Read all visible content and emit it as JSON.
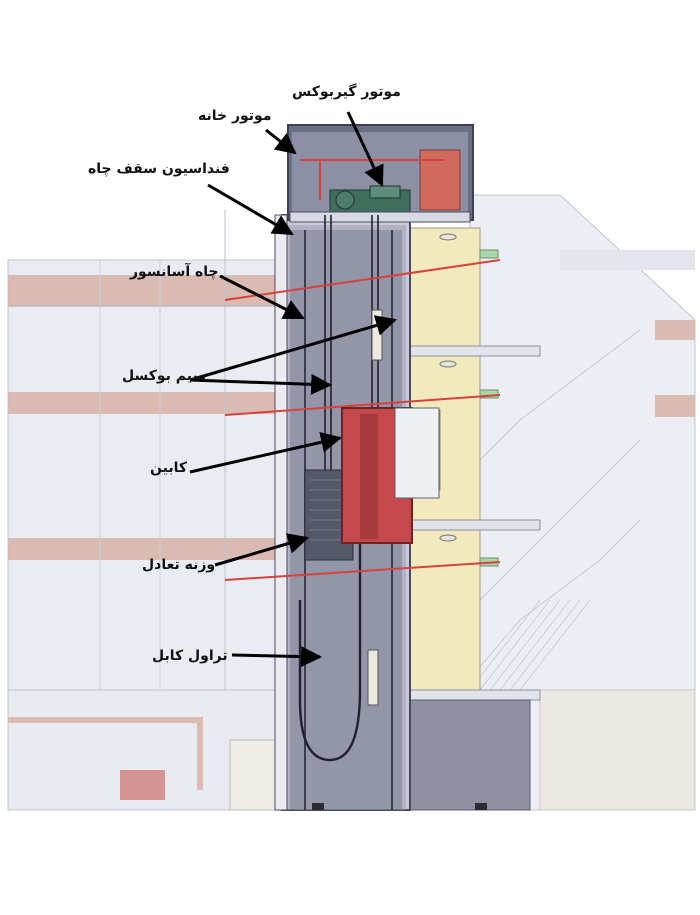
{
  "labels": {
    "gearbox_motor": "موتور گیربوکس",
    "machine_room": "موتور خانه",
    "shaft_ceiling_foundation": "فنداسیون سقف  چاه",
    "elevator_shaft": "چاه آسانسور",
    "wire_rope": "سیم بوکسل",
    "cabin": "کابین",
    "counterweight": "وزنه تعادل",
    "traveling_cable": "تراول کابل"
  },
  "colors": {
    "shaft_wall": "#4a4a5e",
    "shaft_fill": "#cfd0dc",
    "cabin_red": "#c4484c",
    "rail_red": "#d7423c",
    "machine_room_fill": "#6d6e83",
    "building_fill": "#dfe3ec",
    "floor_band": "#c99787",
    "wall_yellow": "#f1e7b5"
  }
}
